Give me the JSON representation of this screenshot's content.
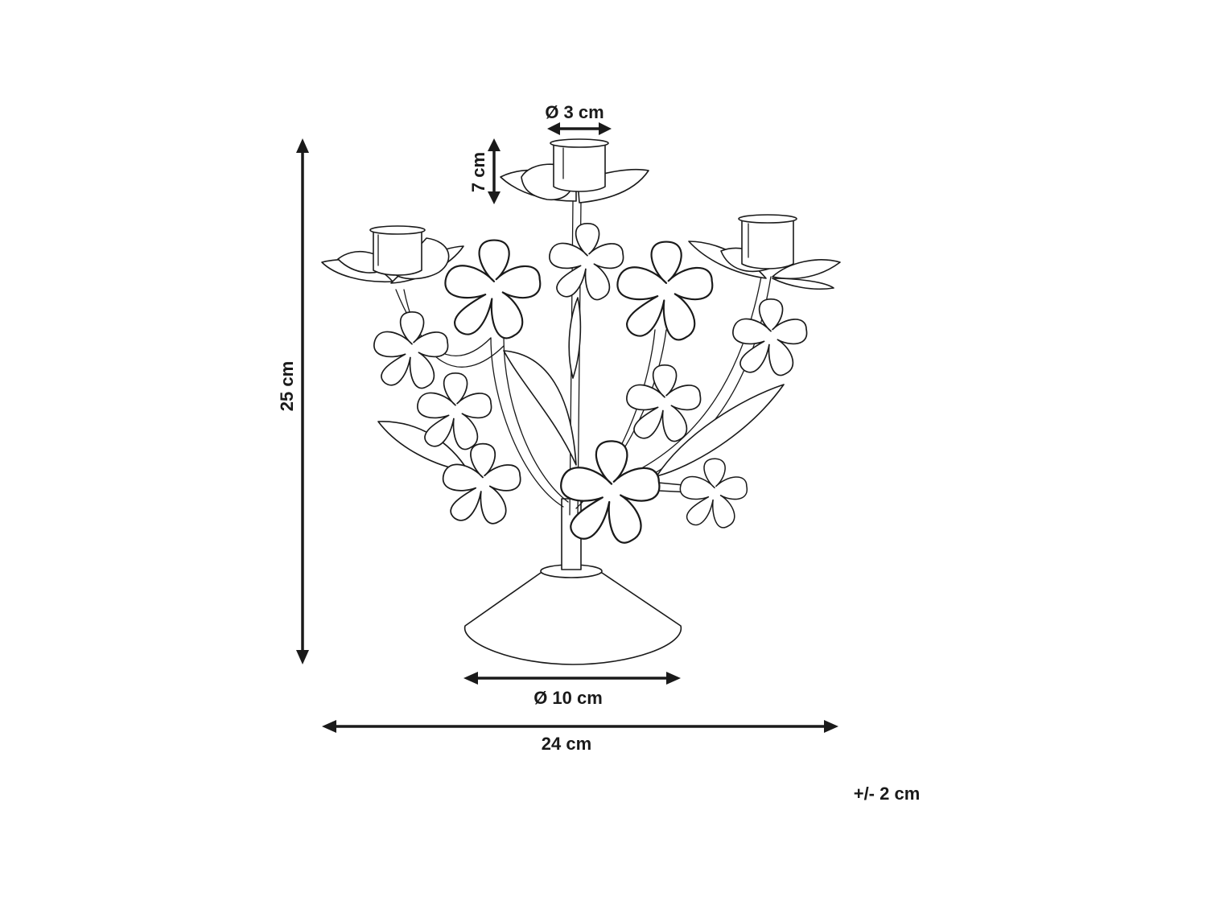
{
  "dimensions": {
    "cup_diameter": "Ø 3 cm",
    "cup_height": "7 cm",
    "total_height": "25 cm",
    "base_diameter": "Ø 10 cm",
    "total_width": "24 cm",
    "tolerance": "+/- 2 cm"
  },
  "colors": {
    "line": "#1a1a1a",
    "background": "#ffffff"
  }
}
